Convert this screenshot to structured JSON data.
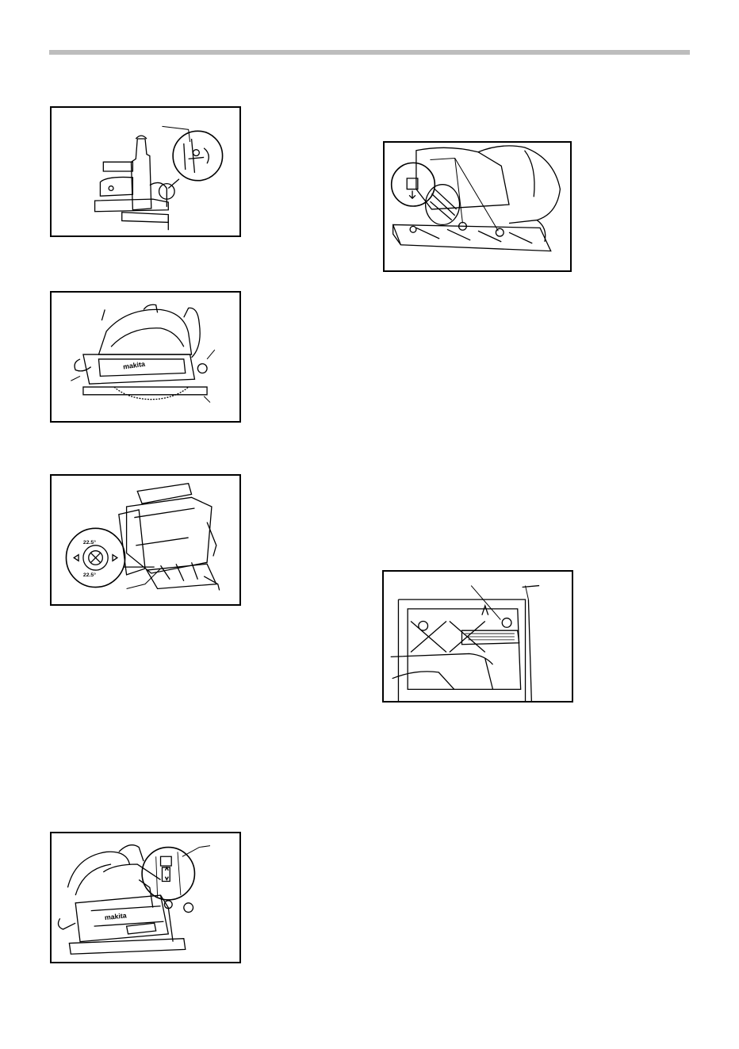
{
  "figures": [
    {
      "id": "fig-1",
      "icon": "circular-saw-depth-lock-illustration"
    },
    {
      "id": "fig-2",
      "icon": "circular-saw-side-view-illustration",
      "brand_label": "makita"
    },
    {
      "id": "fig-3",
      "icon": "bevel-stopper-dial-illustration",
      "dial_labels": [
        "22.5°",
        "22.5°"
      ]
    },
    {
      "id": "fig-4",
      "icon": "base-adjustment-screws-illustration"
    },
    {
      "id": "fig-5",
      "icon": "guide-rail-top-view-illustration"
    },
    {
      "id": "fig-6",
      "icon": "front-view-plunge-lock-illustration",
      "brand_label": "makita"
    }
  ],
  "colors": {
    "line": "#000000",
    "rule": "#bdbdbd",
    "background": "#ffffff"
  }
}
